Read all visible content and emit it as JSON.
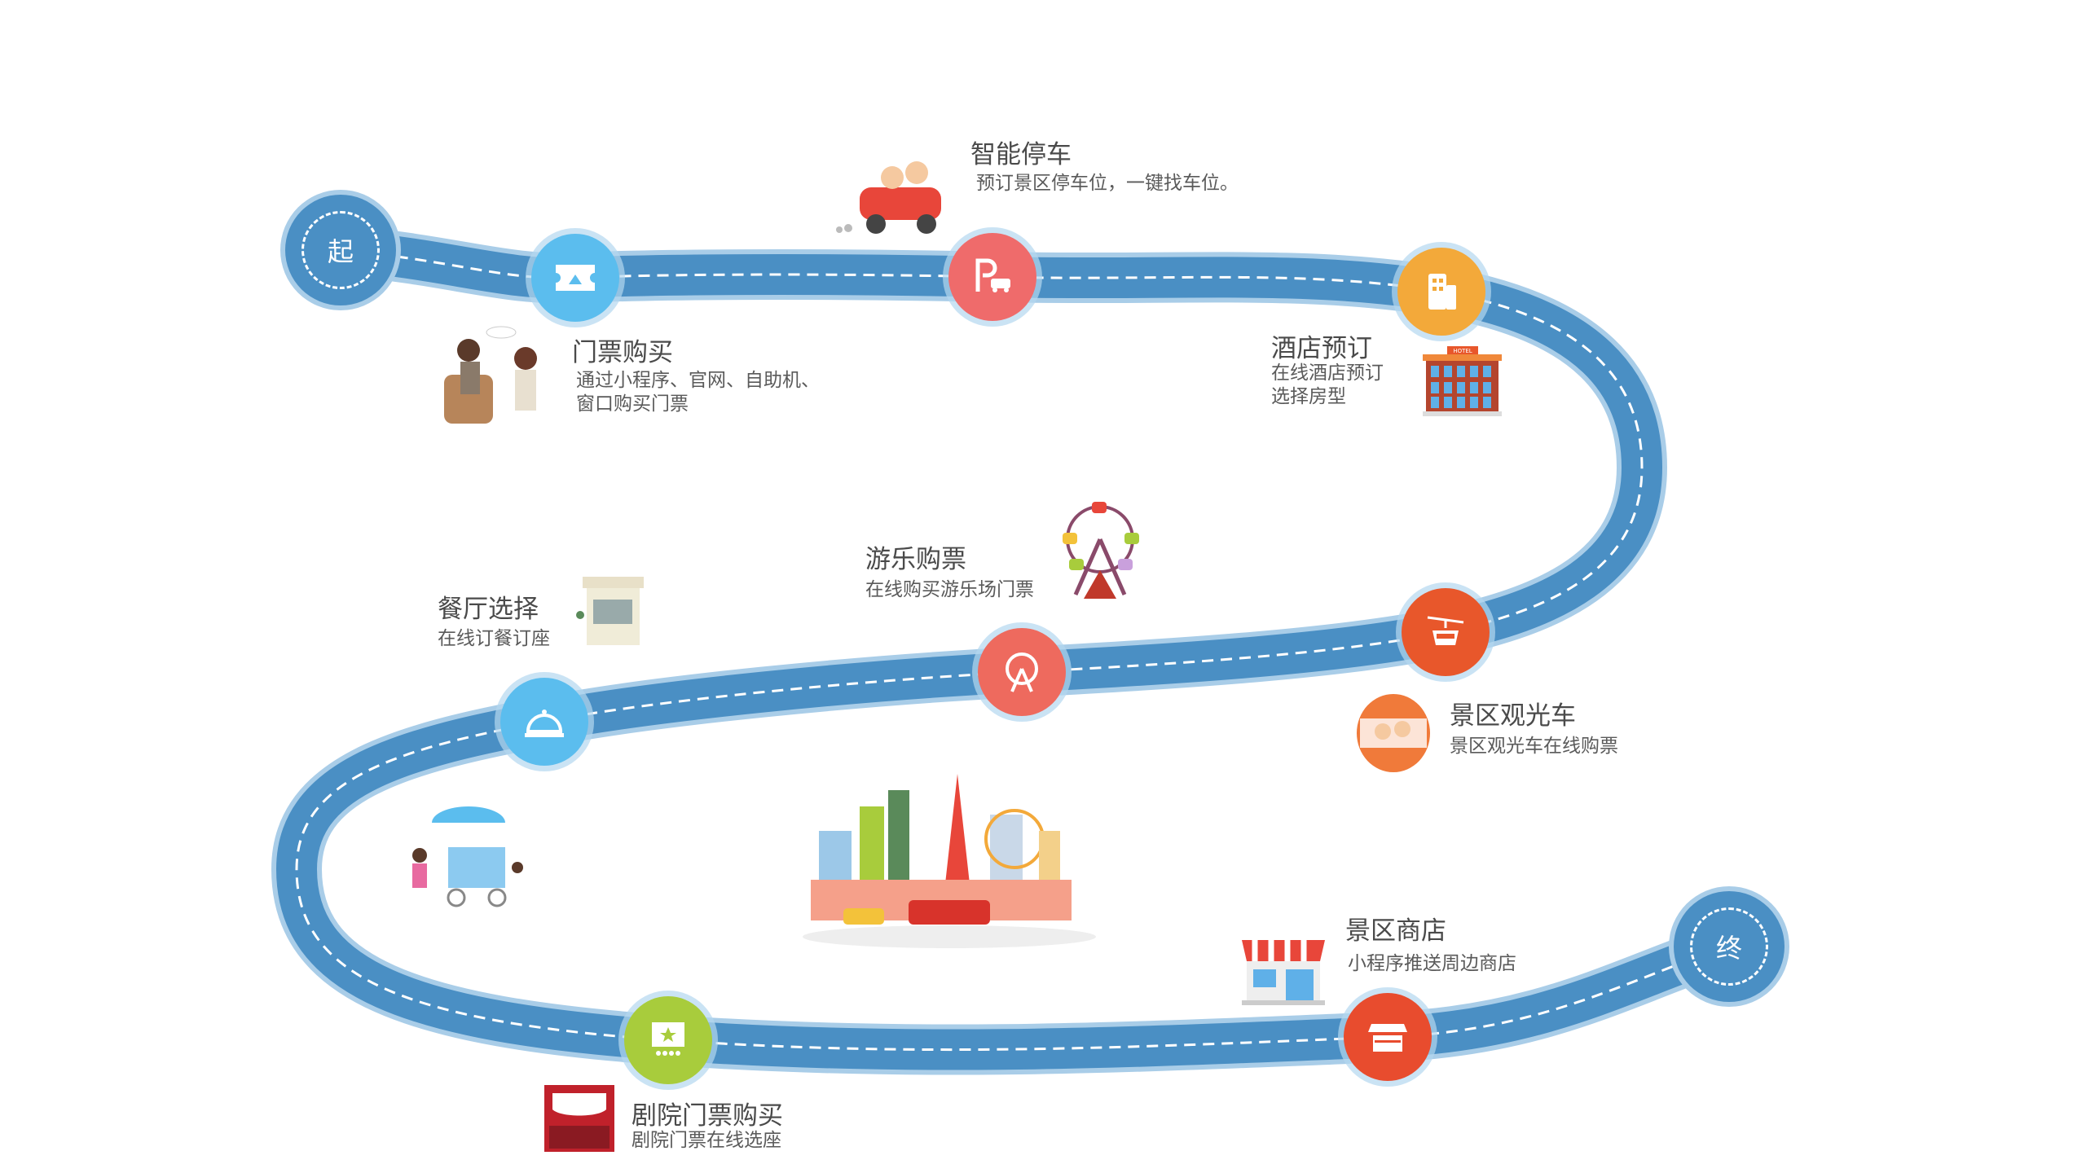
{
  "start_label": "起",
  "end_label": "终",
  "colors": {
    "road": "#4a8fc4",
    "road_edge": "#a9cde8"
  },
  "stops": [
    {
      "id": "ticket",
      "title": "门票购买",
      "desc": [
        "通过小程序、官网、自助机、",
        "窗口购买门票"
      ],
      "icon": "ticket-icon",
      "color": "#5bbdee"
    },
    {
      "id": "parking",
      "title": "智能停车",
      "desc": [
        "预订景区停车位，一键找车位。"
      ],
      "icon": "parking-icon",
      "color": "#ef6b6b"
    },
    {
      "id": "hotel",
      "title": "酒店预订",
      "desc": [
        "在线酒店预订",
        "选择房型"
      ],
      "icon": "building-icon",
      "color": "#f3a93a"
    },
    {
      "id": "cable",
      "title": "景区观光车",
      "desc": [
        "景区观光车在线购票"
      ],
      "icon": "cable-car-icon",
      "color": "#e8572b"
    },
    {
      "id": "amusement",
      "title": "游乐购票",
      "desc": [
        "在线购买游乐场门票"
      ],
      "icon": "ferris-wheel-icon",
      "color": "#ee6a5e"
    },
    {
      "id": "restaurant",
      "title": "餐厅选择",
      "desc": [
        "在线订餐订座"
      ],
      "icon": "cloche-icon",
      "color": "#5bbdee"
    },
    {
      "id": "theater",
      "title": "剧院门票购买",
      "desc": [
        "剧院门票在线选座"
      ],
      "icon": "theater-icon",
      "color": "#a8cc3c"
    },
    {
      "id": "shop",
      "title": "景区商店",
      "desc": [
        "小程序推送周边商店"
      ],
      "icon": "shop-icon",
      "color": "#e84c2e"
    }
  ],
  "hotel_sign": "HOTEL"
}
